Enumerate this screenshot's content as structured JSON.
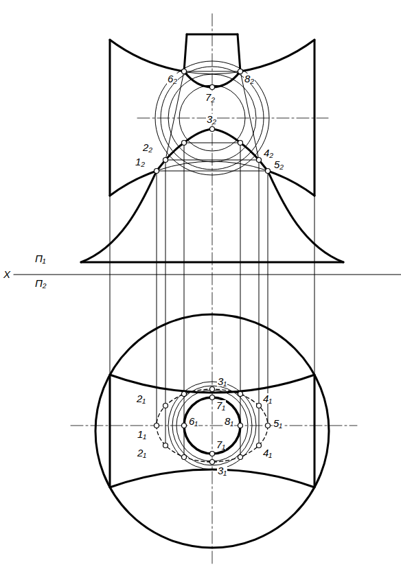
{
  "diagram": {
    "labels": [
      "X",
      "Π₁",
      "Π₂",
      "6₂",
      "7₂",
      "8₂",
      "3₂",
      "2₂",
      "1₂",
      "4₂",
      "5₂",
      "2₁",
      "3₁",
      "4₁",
      "1₁",
      "7₁",
      "6₁",
      "8₁",
      "5₁",
      "2₁",
      "7₁",
      "4₁",
      "3₁"
    ]
  }
}
